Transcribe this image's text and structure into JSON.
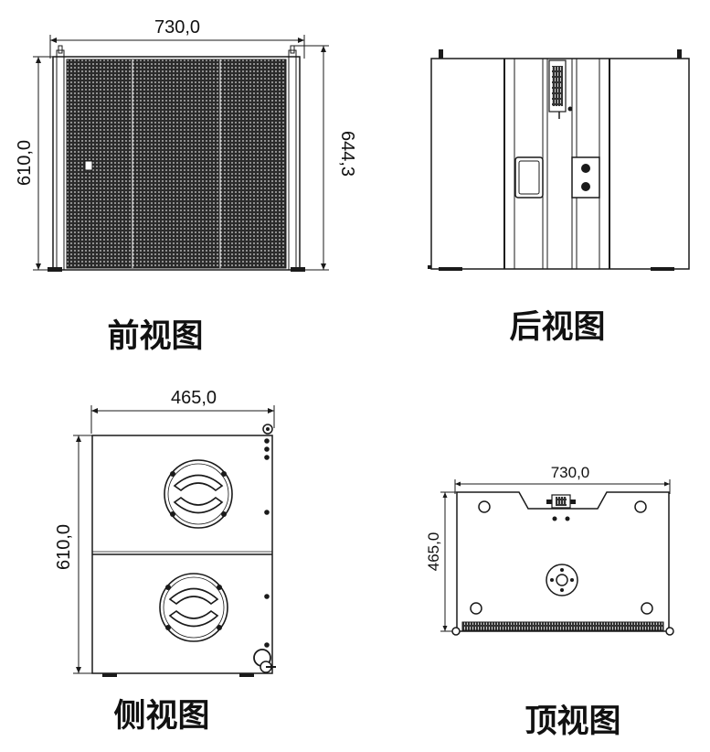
{
  "views": {
    "front": {
      "caption": "前视图",
      "width_label": "730,0",
      "height_label": "610,0",
      "overall_height_label": "644,3"
    },
    "back": {
      "caption": "后视图"
    },
    "side": {
      "caption": "侧视图",
      "width_label": "465,0",
      "height_label": "610,0"
    },
    "top": {
      "caption": "顶视图",
      "width_label": "730,0",
      "depth_label": "465,0"
    }
  },
  "colors": {
    "line": "#1a1a1a",
    "grille": "#2b2b2b",
    "background": "#ffffff"
  }
}
